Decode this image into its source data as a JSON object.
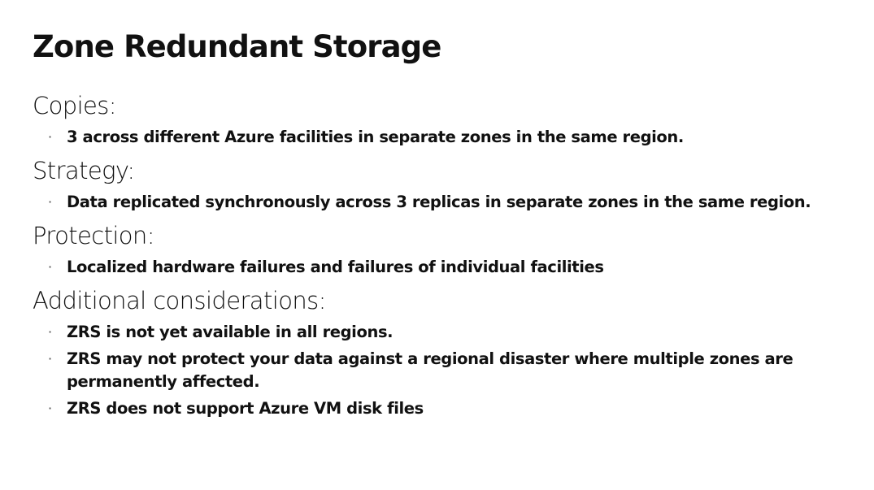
{
  "slide": {
    "title": "Zone Redundant Storage",
    "sections": [
      {
        "heading": "Copies:",
        "bullets": [
          "3 across different Azure facilities in separate zones in the same region."
        ]
      },
      {
        "heading": "Strategy:",
        "bullets": [
          "Data replicated synchronously across 3 replicas in separate zones in the same region."
        ]
      },
      {
        "heading": "Protection:",
        "bullets": [
          "Localized hardware failures and failures of individual facilities"
        ]
      },
      {
        "heading": "Additional considerations:",
        "bullets": [
          "ZRS is not yet available in all regions.",
          "ZRS may not protect your data against a regional disaster where multiple zones are permanently affected.",
          "ZRS does not support Azure VM disk files"
        ]
      }
    ],
    "bullet_glyph": "·"
  }
}
